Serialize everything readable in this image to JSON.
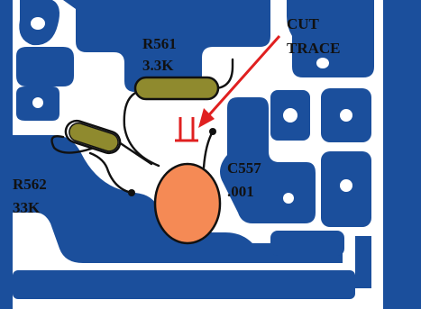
{
  "annotations": {
    "cut_line1": "CUT",
    "cut_line2": "TRACE",
    "r561_name": "R561",
    "r561_value": "3.3K",
    "r562_name": "R562",
    "r562_value": "33K",
    "c557_name": "C557",
    "c557_value": ".001"
  },
  "colors": {
    "trace": "#1b4f9c",
    "board": "#ffffff",
    "resistor": "#8f8a2e",
    "capacitor": "#f58a55",
    "cut_marker": "#e02020",
    "lead": "#111111"
  }
}
